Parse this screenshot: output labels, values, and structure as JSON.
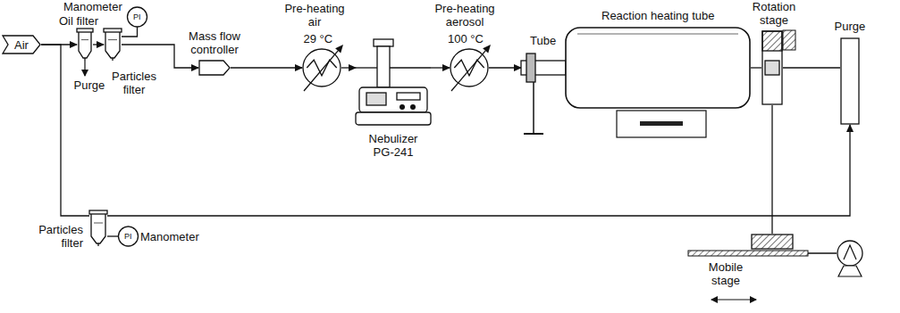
{
  "diagram": {
    "nodes": [
      {
        "text": [
          "Air"
        ]
      },
      {
        "text": [
          "Oil filter"
        ]
      },
      {
        "text": [
          "Particles filter"
        ]
      },
      {
        "text": [
          "Manometer",
          "PI"
        ]
      },
      {
        "text": [
          "Mass flow controller"
        ]
      },
      {
        "text": [
          "Pre-heating air",
          "29 °C"
        ]
      },
      {
        "text": [
          "Nebulizer PG-241"
        ]
      },
      {
        "text": [
          "Pre-heating aerosol",
          "100 °C"
        ]
      },
      {
        "text": [
          "Tube"
        ]
      },
      {
        "text": [
          "Reaction heating tube"
        ]
      },
      {
        "text": [
          "Rotation stage"
        ]
      },
      {
        "text": [
          "Purge"
        ]
      },
      {
        "text": [
          "Mobile stage"
        ]
      },
      {
        "text": [
          "Particles filter"
        ]
      },
      {
        "text": [
          "Manometer",
          "PI"
        ]
      }
    ],
    "edges": [
      {
        "from": 0,
        "to": 1,
        "arrow": "to"
      },
      {
        "from": 1,
        "to": 2,
        "arrow": "to"
      },
      {
        "from": 3,
        "to": 2,
        "arrow": "none"
      },
      {
        "from": 2,
        "to": 4,
        "arrow": "to"
      },
      {
        "from": 4,
        "to": 5,
        "arrow": "to"
      },
      {
        "from": 5,
        "to": 6,
        "arrow": "to"
      },
      {
        "from": 6,
        "to": 7,
        "arrow": "to"
      },
      {
        "from": 7,
        "to": 8,
        "arrow": "to"
      },
      {
        "from": 8,
        "to": 9,
        "arrow": "none"
      },
      {
        "from": 9,
        "to": 10,
        "arrow": "none"
      },
      {
        "from": 10,
        "to": 11,
        "arrow": "none"
      },
      {
        "from": 12,
        "to": 10,
        "arrow": "none"
      },
      {
        "from": 0,
        "to": 13,
        "arrow": "none"
      },
      {
        "from": 14,
        "to": 13,
        "arrow": "none"
      },
      {
        "from": 13,
        "to": 11,
        "arrow": "to"
      }
    ],
    "labels": [
      "Purge"
    ]
  }
}
